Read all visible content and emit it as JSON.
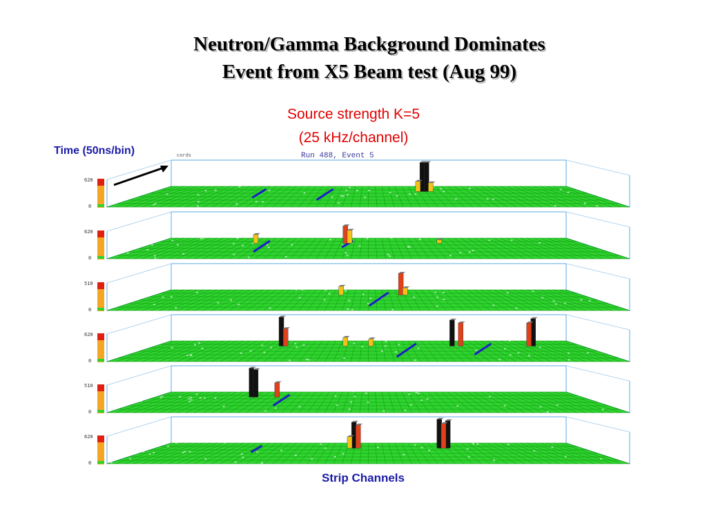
{
  "title_line1": "Neutron/Gamma Background Dominates",
  "title_line2": "Event from X5 Beam test (Aug 99)",
  "source_line1": "Source strength K=5",
  "source_line2": "(25 kHz/channel)",
  "time_label": "Time (50ns/bin)",
  "strip_label": "Strip Channels",
  "run_header": "Run 488, Event 5",
  "panel_tag": "cords",
  "colors": {
    "grid": "#2fd42f",
    "grid_dark": "#0c8a0c",
    "track": "#1c1cc8",
    "hit_black": "#111111",
    "hit_red": "#e0401a",
    "hit_yellow": "#f2c21a",
    "frame": "#5aa9e6"
  },
  "panels": [
    {
      "axis_top": "620",
      "axis_zero": "0",
      "hits": [
        [
          0.62,
          "black",
          1.0
        ],
        [
          0.63,
          "black",
          1.0
        ],
        [
          0.61,
          "yellow",
          0.35
        ],
        [
          0.64,
          "yellow",
          0.3
        ]
      ],
      "tracks": [
        [
          0.24,
          0.25
        ],
        [
          0.41,
          0.3
        ]
      ]
    },
    {
      "axis_top": "620",
      "axis_zero": "0",
      "hits": [
        [
          0.23,
          "yellow",
          0.3
        ],
        [
          0.44,
          "red",
          0.6
        ],
        [
          0.45,
          "yellow",
          0.45
        ],
        [
          0.66,
          "yellow",
          0.12
        ]
      ],
      "tracks": [
        [
          0.25,
          0.3
        ],
        [
          0.46,
          0.2
        ]
      ]
    },
    {
      "axis_top": "510",
      "axis_zero": "0",
      "hits": [
        [
          0.43,
          "yellow",
          0.3
        ],
        [
          0.57,
          "red",
          0.75
        ],
        [
          0.58,
          "yellow",
          0.25
        ]
      ],
      "tracks": [
        [
          0.55,
          0.35
        ]
      ]
    },
    {
      "axis_top": "620",
      "axis_zero": "0",
      "hits": [
        [
          0.29,
          "black",
          1.0
        ],
        [
          0.3,
          "red",
          0.6
        ],
        [
          0.44,
          "yellow",
          0.3
        ],
        [
          0.5,
          "yellow",
          0.25
        ],
        [
          0.69,
          "black",
          0.9
        ],
        [
          0.71,
          "red",
          0.8
        ],
        [
          0.88,
          "black",
          0.95
        ],
        [
          0.87,
          "red",
          0.8
        ]
      ],
      "tracks": [
        [
          0.62,
          0.35
        ],
        [
          0.81,
          0.3
        ]
      ]
    },
    {
      "axis_top": "510",
      "axis_zero": "0",
      "hits": [
        [
          0.22,
          "black",
          1.0
        ],
        [
          0.23,
          "black",
          0.95
        ],
        [
          0.28,
          "red",
          0.5
        ]
      ],
      "tracks": [
        [
          0.3,
          0.3
        ]
      ]
    },
    {
      "axis_top": "620",
      "axis_zero": "0",
      "hits": [
        [
          0.46,
          "black",
          0.9
        ],
        [
          0.47,
          "red",
          0.8
        ],
        [
          0.45,
          "yellow",
          0.4
        ],
        [
          0.66,
          "black",
          1.0
        ],
        [
          0.68,
          "black",
          0.95
        ],
        [
          0.67,
          "red",
          0.85
        ]
      ],
      "tracks": [
        [
          0.23,
          0.2
        ]
      ]
    }
  ]
}
